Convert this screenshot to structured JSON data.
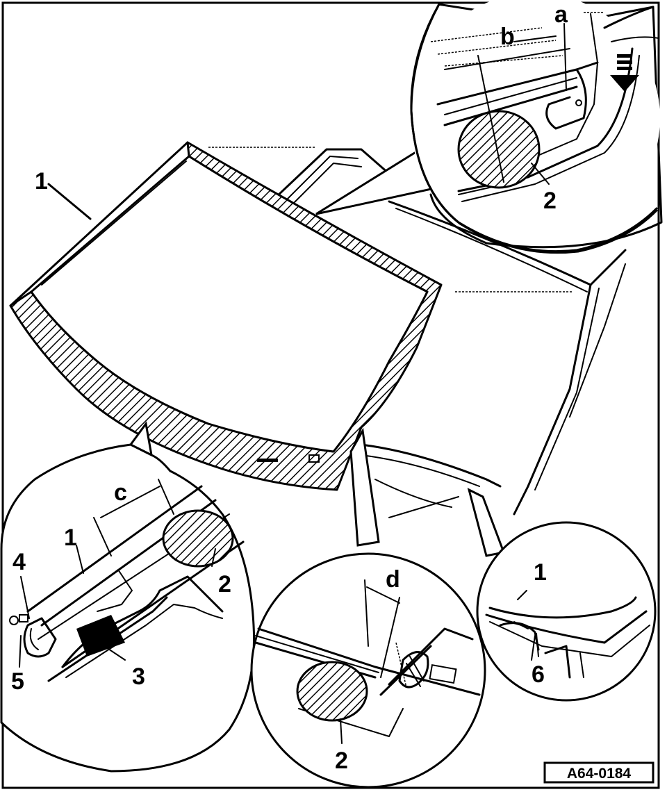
{
  "diagram": {
    "figure_code": "A64-0184",
    "labels": {
      "windshield_main": "1",
      "detail_top_a": "a",
      "detail_top_b": "b",
      "detail_top_2": "2",
      "detail_left_c": "c",
      "detail_left_1": "1",
      "detail_left_2": "2",
      "detail_left_3": "3",
      "detail_left_4": "4",
      "detail_left_5": "5",
      "detail_mid_d": "d",
      "detail_mid_2": "2",
      "detail_right_1": "1",
      "detail_right_6": "6"
    }
  }
}
